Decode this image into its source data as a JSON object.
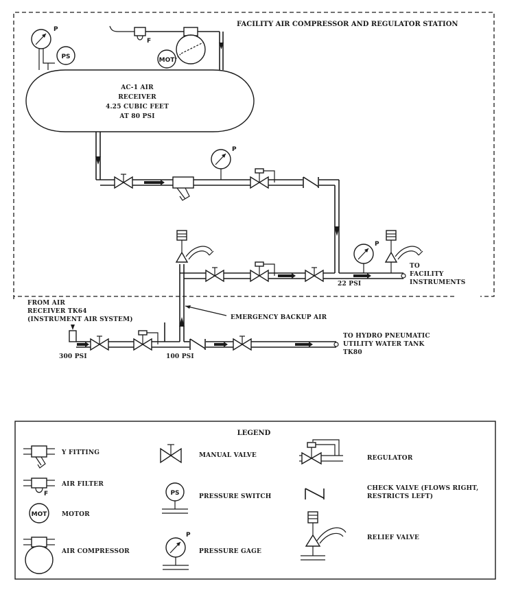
{
  "station": {
    "title": "FACILITY AIR COMPRESSOR AND REGULATOR STATION"
  },
  "receiver": {
    "line1": "AC-1 AIR",
    "line2": "RECEIVER",
    "line3": "4.25 CUBIC FEET",
    "line4": "AT 80 PSI"
  },
  "symbols": {
    "pressure_gage_letter": "P",
    "pressure_switch_letters": "PS",
    "motor_letters": "MOT",
    "filter_letter": "F"
  },
  "flow_labels": {
    "from_air_1": "FROM AIR",
    "from_air_2": "RECEIVER TK64",
    "from_air_3": "(INSTRUMENT AIR SYSTEM)",
    "psi_300": "300 PSI",
    "psi_100": "100 PSI",
    "psi_22": "22 PSI",
    "emergency": "EMERGENCY BACKUP AIR",
    "to_facility_1": "TO",
    "to_facility_2": "FACILITY",
    "to_facility_3": "INSTRUMENTS",
    "to_hydro_1": "TO HYDRO PNEUMATIC",
    "to_hydro_2": "UTILITY WATER TANK",
    "to_hydro_3": "TK80"
  },
  "legend": {
    "title": "LEGEND",
    "y_fitting": "Y FITTING",
    "air_filter": "AIR FILTER",
    "motor": "MOTOR",
    "air_compressor": "AIR COMPRESSOR",
    "manual_valve": "MANUAL VALVE",
    "pressure_switch": "PRESSURE SWITCH",
    "pressure_gage": "PRESSURE GAGE",
    "regulator": "REGULATOR",
    "check_valve_1": "CHECK VALVE (FLOWS RIGHT,",
    "check_valve_2": "RESTRICTS LEFT)",
    "relief_valve": "RELIEF VALVE"
  }
}
